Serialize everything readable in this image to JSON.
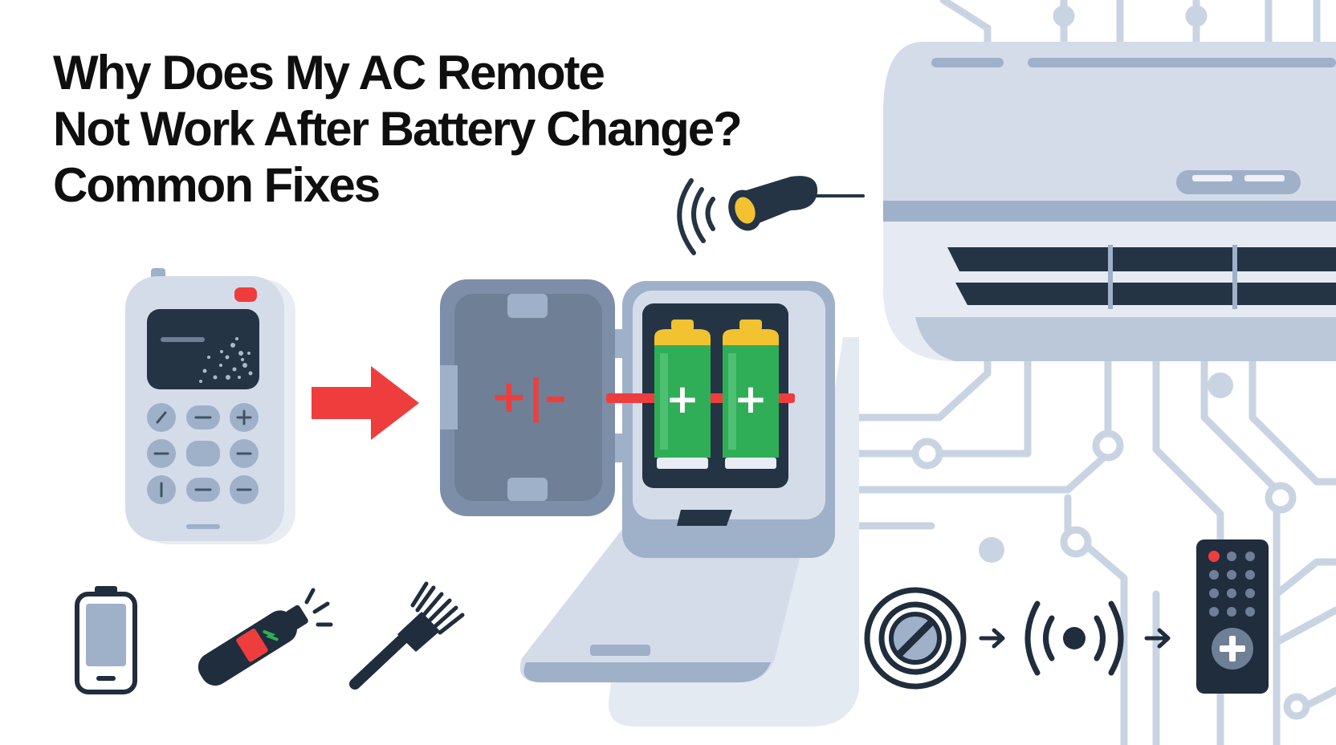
{
  "title": {
    "line1": "Why Does My AC Remote",
    "line2": "Not Work After Battery Change?",
    "line3": "Common Fixes"
  },
  "battery_compartment": {
    "cover_symbol": "+|–",
    "battery_symbols": [
      "+",
      "+"
    ]
  },
  "icons": [
    "air-conditioner-unit-icon",
    "ir-led-emitter-icon",
    "ac-remote-with-corroded-display-icon",
    "arrow-right-icon",
    "open-battery-compartment-icon",
    "circuit-lines-icon",
    "battery-level-icon",
    "battery-tester-icon",
    "cleaning-brush-icon",
    "reset-disc-icon",
    "signal-waves-icon",
    "working-remote-icon"
  ],
  "colors": {
    "title": "#0f0f10",
    "ac_body": "#d4dcea",
    "ac_trim": "#9fb0c9",
    "vent": "#243445",
    "arrow": "#ef3d3d",
    "battery_green": "#2fae57",
    "battery_cap": "#f2c230",
    "dark_icon": "#1f2d3d",
    "circuit": "#c9d4e3"
  }
}
